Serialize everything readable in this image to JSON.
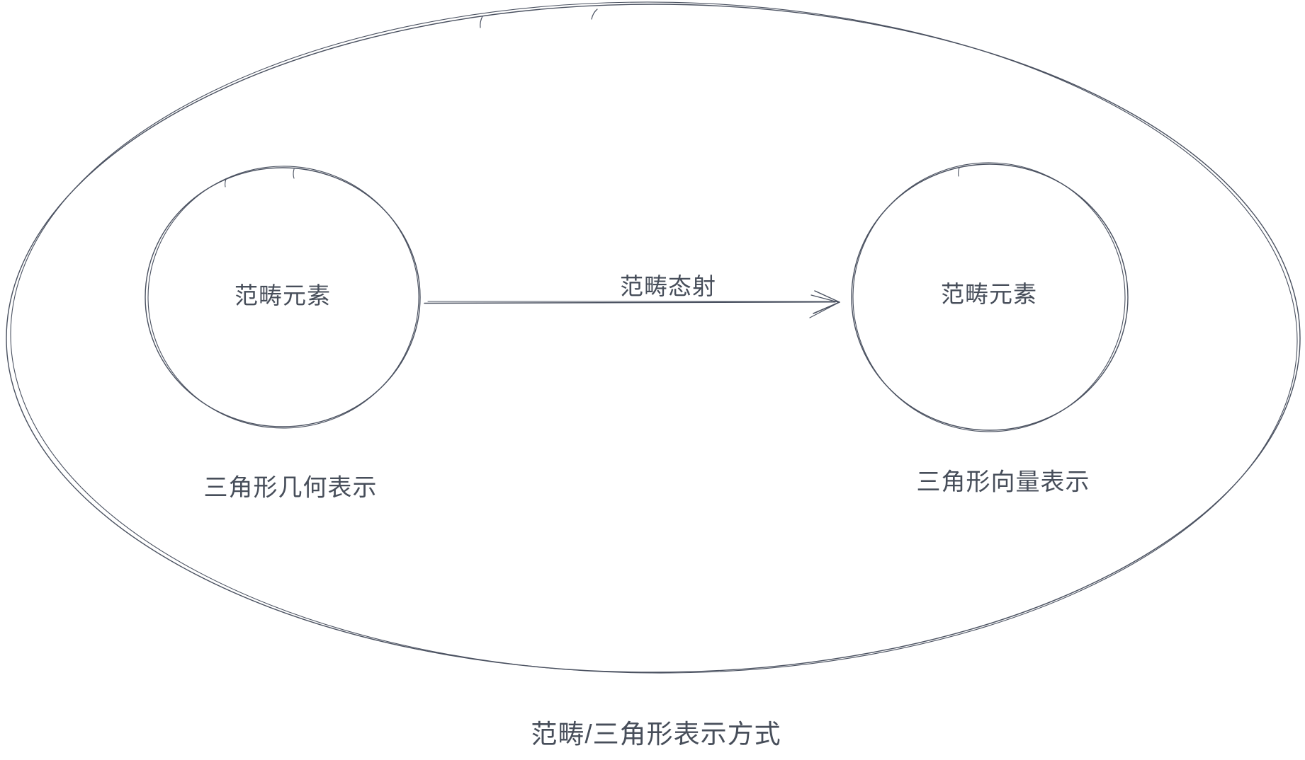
{
  "diagram": {
    "title": "范畴/三角形表示方式",
    "nodes": [
      {
        "id": "left-circle",
        "label": "范畴元素",
        "caption": "三角形几何表示"
      },
      {
        "id": "right-circle",
        "label": "范畴元素",
        "caption": "三角形向量表示"
      }
    ],
    "edges": [
      {
        "from": "left-circle",
        "to": "right-circle",
        "label": "范畴态射",
        "direction": "left-to-right"
      }
    ]
  },
  "colors": {
    "stroke": "#4a5160",
    "text": "#474e5a",
    "background": "#ffffff"
  }
}
